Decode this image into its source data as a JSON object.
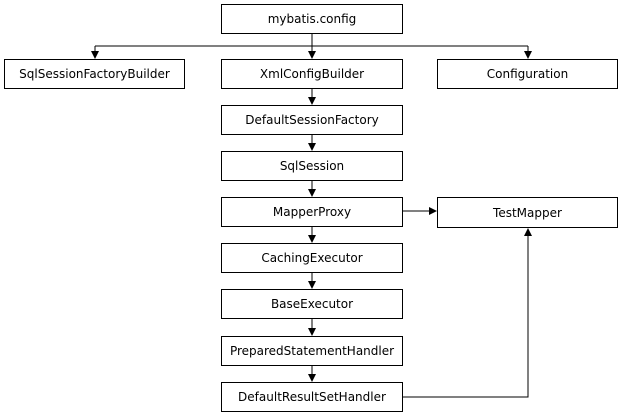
{
  "nodes": {
    "mybatis_config": "mybatis.config",
    "sql_session_factory_builder": "SqlSessionFactoryBuilder",
    "xml_config_builder": "XmlConfigBuilder",
    "configuration": "Configuration",
    "default_session_factory": "DefaultSessionFactory",
    "sql_session": "SqlSession",
    "mapper_proxy": "MapperProxy",
    "test_mapper": "TestMapper",
    "caching_executor": "CachingExecutor",
    "base_executor": "BaseExecutor",
    "prepared_statement_handler": "PreparedStatementHandler",
    "default_result_set_handler": "DefaultResultSetHandler"
  },
  "edges": [
    {
      "from": "mybatis.config",
      "to": "SqlSessionFactoryBuilder"
    },
    {
      "from": "mybatis.config",
      "to": "XmlConfigBuilder"
    },
    {
      "from": "mybatis.config",
      "to": "Configuration"
    },
    {
      "from": "XmlConfigBuilder",
      "to": "DefaultSessionFactory"
    },
    {
      "from": "DefaultSessionFactory",
      "to": "SqlSession"
    },
    {
      "from": "SqlSession",
      "to": "MapperProxy"
    },
    {
      "from": "MapperProxy",
      "to": "TestMapper"
    },
    {
      "from": "MapperProxy",
      "to": "CachingExecutor"
    },
    {
      "from": "CachingExecutor",
      "to": "BaseExecutor"
    },
    {
      "from": "BaseExecutor",
      "to": "PreparedStatementHandler"
    },
    {
      "from": "PreparedStatementHandler",
      "to": "DefaultResultSetHandler"
    },
    {
      "from": "DefaultResultSetHandler",
      "to": "TestMapper"
    }
  ],
  "colors": {
    "line": "#000000",
    "box_border": "#000000",
    "background": "#ffffff"
  }
}
